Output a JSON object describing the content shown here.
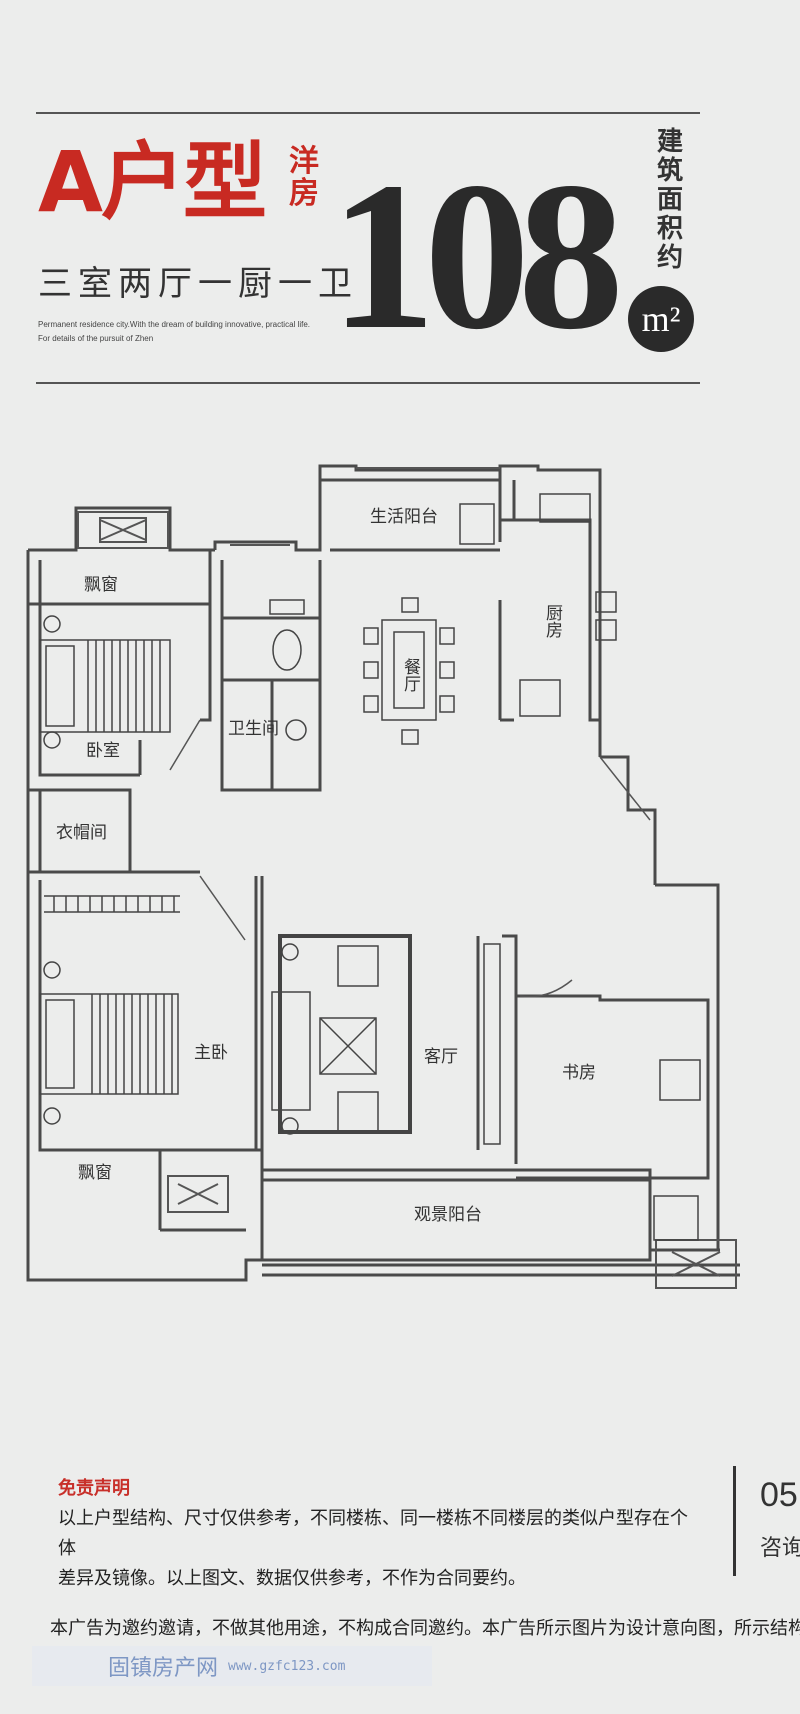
{
  "header": {
    "unit_type": "A户型",
    "style_tag": "洋房",
    "layout_desc": "三室两厅一厨一卫",
    "english_line1": "Permanent residence city.With the dream of building innovative, practical life.",
    "english_line2": "For details of the pursuit of Zhen",
    "area_value": "108",
    "area_label": "建筑面积约",
    "area_unit": "m²"
  },
  "plan": {
    "rooms": {
      "utility_balcony": "生活阳台",
      "kitchen": "厨房",
      "bay_window_top": "飘窗",
      "dining": "餐厅",
      "bathroom": "卫生间",
      "bedroom": "卧室",
      "cloakroom": "衣帽间",
      "master_bedroom": "主卧",
      "living": "客厅",
      "study": "书房",
      "bay_window_bottom": "飘窗",
      "view_balcony": "观景阳台"
    },
    "colors": {
      "wall": "#4a4a4a",
      "line": "#555555"
    }
  },
  "disclaimer": {
    "title": "免责声明",
    "line1": "以上户型结构、尺寸仅供参考，不同楼栋、同一楼栋不同楼层的类似户型存在个体",
    "line2": "差异及镜像。以上图文、数据仅供参考，不作为合同要约。"
  },
  "side": {
    "number": "05",
    "label": "咨询"
  },
  "notice": "本广告为邀约邀请，不做其他用途，不构成合同邀约。本广告所示图片为设计意向图，所示结构",
  "watermark": {
    "name": "固镇房产网",
    "url": "www.gzfc123.com"
  },
  "colors": {
    "accent_red": "#c82a22",
    "text_dark": "#2a2a2a",
    "watermark_blue": "#7e97c4"
  }
}
